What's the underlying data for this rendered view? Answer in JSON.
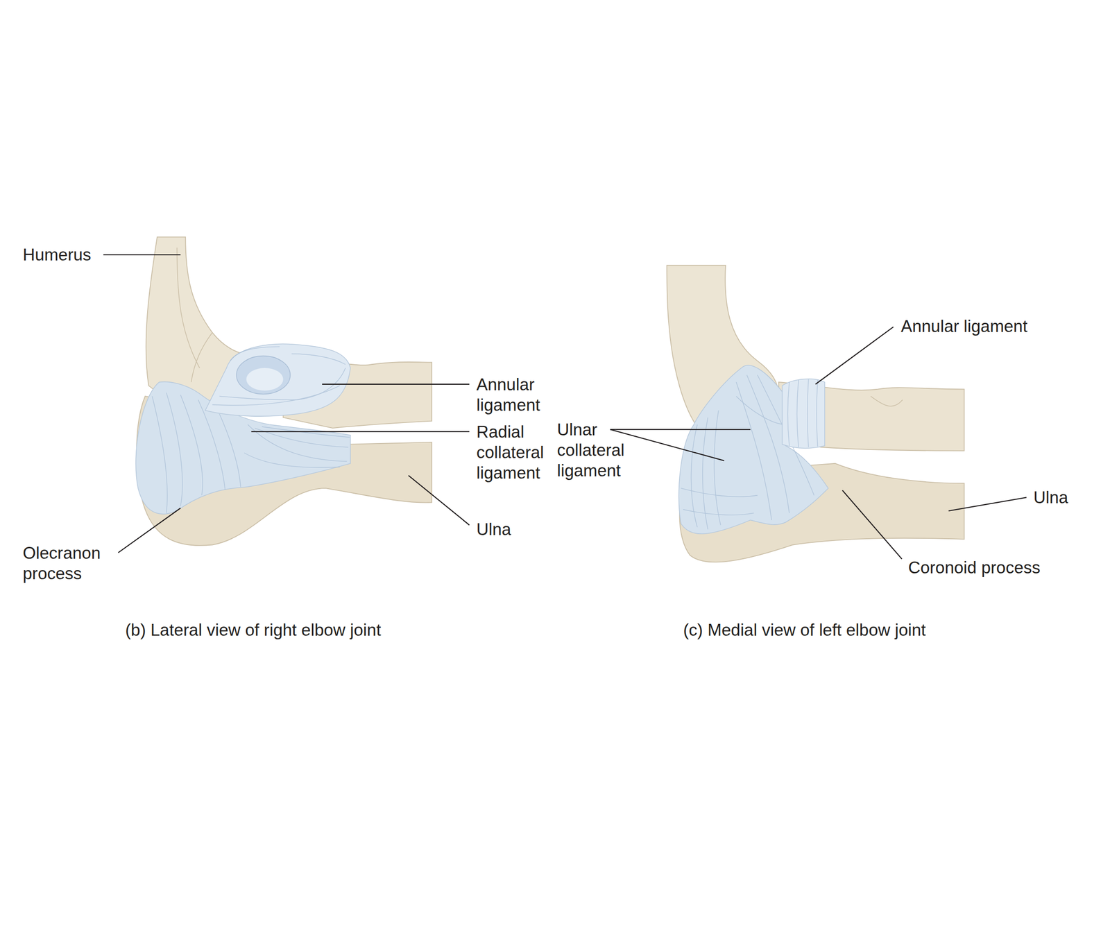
{
  "diagram": {
    "labels": [
      "Humerus",
      "Annular ligament",
      "Radial collateral ligament",
      "Ulna",
      "Olecranon process",
      "(b) Lateral view of right elbow joint",
      "Ulnar collateral ligament",
      "Annular ligament",
      "Ulna",
      "Coronoid process",
      "(c) Medial view of left elbow joint"
    ]
  }
}
